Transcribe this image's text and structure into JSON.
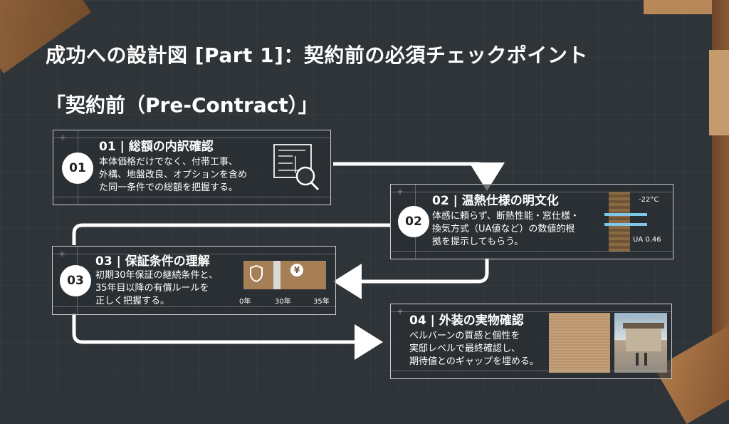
{
  "header": {
    "title": "成功への設計図 [Part 1]：契約前の必須チェックポイント",
    "subtitle": "「契約前（Pre-Contract）」"
  },
  "cards": [
    {
      "number": "01",
      "title": "01 | 総額の内訳確認",
      "body": "本体価格だけでなく、付帯工事、\n外構、地盤改良、オプションを含め\nた同一条件での総額を把握する。",
      "icon": "blueprint-magnifier-icon"
    },
    {
      "number": "02",
      "title": "02 | 温熱仕様の明文化",
      "body": "体感に頼らず、断熱性能・窓仕様・\n換気方式（UA値など）の数値的根\n拠を提示してもらう。",
      "icon": "wall-insulation-icon",
      "labels": {
        "temp": "-22°C",
        "ua": "UA 0.46"
      }
    },
    {
      "number": "03",
      "title": "03 | 保証条件の理解",
      "body": "初期30年保証の継続条件と、\n35年目以降の有償ルールを\n正しく把握する。",
      "icon": "warranty-timeline-icon",
      "timeline": {
        "start": "0年",
        "mid": "30年",
        "end": "35年",
        "currency": "¥"
      }
    },
    {
      "number": "04",
      "title": "04 | 外装の実物確認",
      "body": "ベルバーンの質感と個性を\n実邸レベルで最終確認し、\n期待値とのギャップを埋める。",
      "icon": "exterior-sample-icon"
    }
  ],
  "colors": {
    "background": "#2f3438",
    "line": "#ffffff",
    "accent_wood": "#a06c3f"
  }
}
